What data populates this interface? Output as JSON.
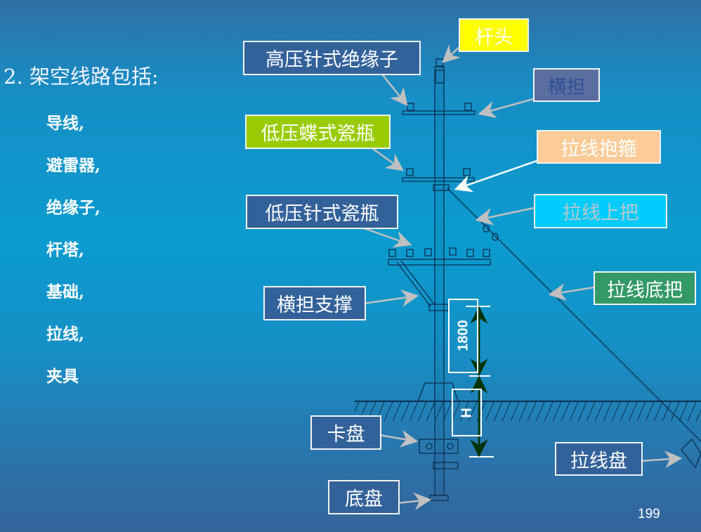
{
  "title": "2. 架空线路包括:",
  "items": [
    "导线,",
    "避雷器,",
    "绝缘子,",
    "杆塔,",
    "基础,",
    "拉线,",
    "夹具"
  ],
  "labels": {
    "pole_top": "杆头",
    "hv_pin": "高压针式绝缘子",
    "crossarm": "横担",
    "lv_butterfly": "低压蝶式瓷瓶",
    "guy_clamp": "拉线抱箍",
    "lv_pin": "低压针式瓷瓶",
    "guy_upper": "拉线上把",
    "guy_bottom": "拉线底把",
    "crossarm_brace": "横担支撑",
    "chuck": "卡盘",
    "guy_anchor": "拉线盘",
    "base_plate": "底盘"
  },
  "dimensions": {
    "above": "1800",
    "below": "H"
  },
  "page_number": "199",
  "colors": {
    "yellow": "#ffff00",
    "green": "#99cc00",
    "peach": "#ffcc99",
    "cyan": "#00ccff",
    "darkgreen": "#339966",
    "navy": "#33629a"
  }
}
